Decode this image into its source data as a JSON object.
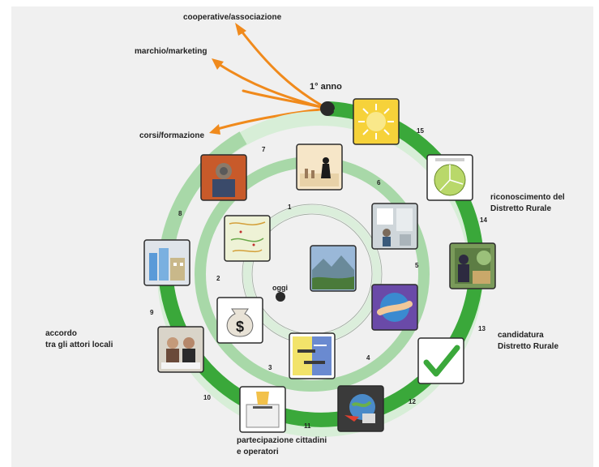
{
  "labels": {
    "coop": "cooperative/associazione",
    "marchio": "marchio/marketing",
    "corsi": "corsi/formazione",
    "anno": "1° anno",
    "oggi": "oggi",
    "riconoscimento_1": "riconoscimento del",
    "riconoscimento_2": "Distretto Rurale",
    "candidatura_1": "candidatura",
    "candidatura_2": "Distretto Rurale",
    "accordo_1": "accordo",
    "accordo_2": "tra gli attori locali",
    "partecipazione_1": "partecipazione cittadini",
    "partecipazione_2": "e operatori"
  },
  "steps": [
    "1",
    "2",
    "3",
    "4",
    "5",
    "6",
    "7",
    "8",
    "9",
    "10",
    "11",
    "12",
    "13",
    "14",
    "15"
  ],
  "icons": {
    "sun": "sun-icon",
    "clock": "clock-pie-icon",
    "speaker": "speaker-podium-icon",
    "check": "checkmark-icon",
    "globe": "globe-computer-icon",
    "ballot": "ballot-box-icon",
    "meeting": "meeting-people-icon",
    "buildings": "buildings-icon",
    "portrait": "portrait-icon",
    "chess": "chess-piece-icon",
    "office": "office-room-icon",
    "handshake": "handshake-icon",
    "chart": "bar-chart-icon",
    "money": "money-bag-icon",
    "map": "map-icon",
    "landscape": "mountain-landscape-icon"
  },
  "colors": {
    "outer_ring": "#3aa83a",
    "middle_ring": "#a8d8a8",
    "inner_ring": "#dbeedb",
    "arrow": "#f08a1c",
    "dot": "#2a2a2a",
    "tile_border": "#2b2b2b"
  }
}
